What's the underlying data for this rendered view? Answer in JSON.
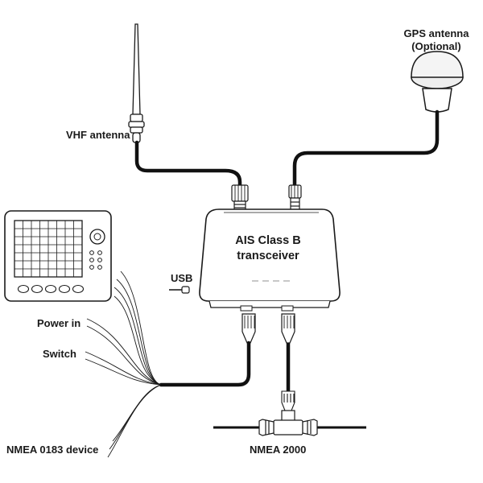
{
  "labels": {
    "gps_antenna_line1": "GPS antenna",
    "gps_antenna_line2": "(Optional)",
    "vhf_antenna": "VHF antenna",
    "usb": "USB",
    "power_in": "Power in",
    "switch": "Switch",
    "nmea0183": "NMEA 0183 device",
    "nmea2000": "NMEA 2000"
  },
  "device": {
    "title_line1": "AIS Class B",
    "title_line2": "transceiver"
  },
  "colors": {
    "outline": "#1a1a1a",
    "cable": "#111111",
    "body_fill": "#ffffff",
    "gps_fill": "#f2f2f2",
    "led": "#c8c8c8"
  }
}
